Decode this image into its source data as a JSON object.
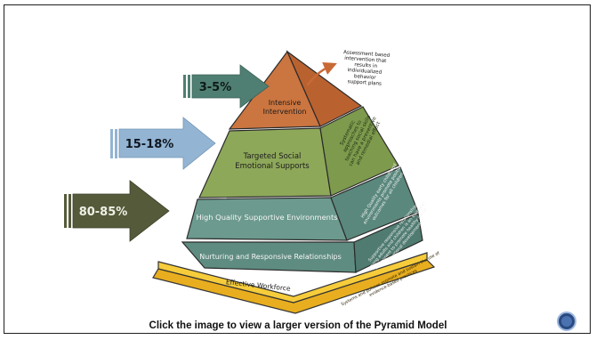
{
  "arrows": [
    {
      "label": "3-5%",
      "color": "#4f7f72"
    },
    {
      "label": "15-18%",
      "color": "#93b4d2"
    },
    {
      "label": "80-85%",
      "color": "#555a3a"
    }
  ],
  "pyramid": {
    "base": "Effective Workforce",
    "tiers": {
      "intensive": "Intensive\nIntervention",
      "targeted": "Targeted Social\nEmotional Supports",
      "high_quality": "High Quality Supportive Environments",
      "nurturing": "Nurturing and Responsive Relationships"
    },
    "side_notes": {
      "intensive": "Assessment based\nintervention that\nresults in\nindividualized\nbehavior\nsupport plans",
      "targeted": "Systematic\napproaches to\nteaching social skills\ncan have a preventive\nand remedial effect",
      "high_quality": "High Quality early childhood\nenvironments promote positive\noutcomes for all children",
      "nurturing": "Supportive responsive relationships\namong adults and children is an essential\ncomponent to promote healthy social\nemotional development",
      "base": "Systems and policies promote and sustain the use of\nevidence-based practices"
    }
  },
  "colors": {
    "top_tier": "#c8703f",
    "targeted_tier": "#8aa356",
    "lower_tiers": "#5d8a7f",
    "base": "#f2c232"
  },
  "caption": "Click the image to view a larger version of the Pyramid Model",
  "nav_button_icon": "circle-button-icon"
}
